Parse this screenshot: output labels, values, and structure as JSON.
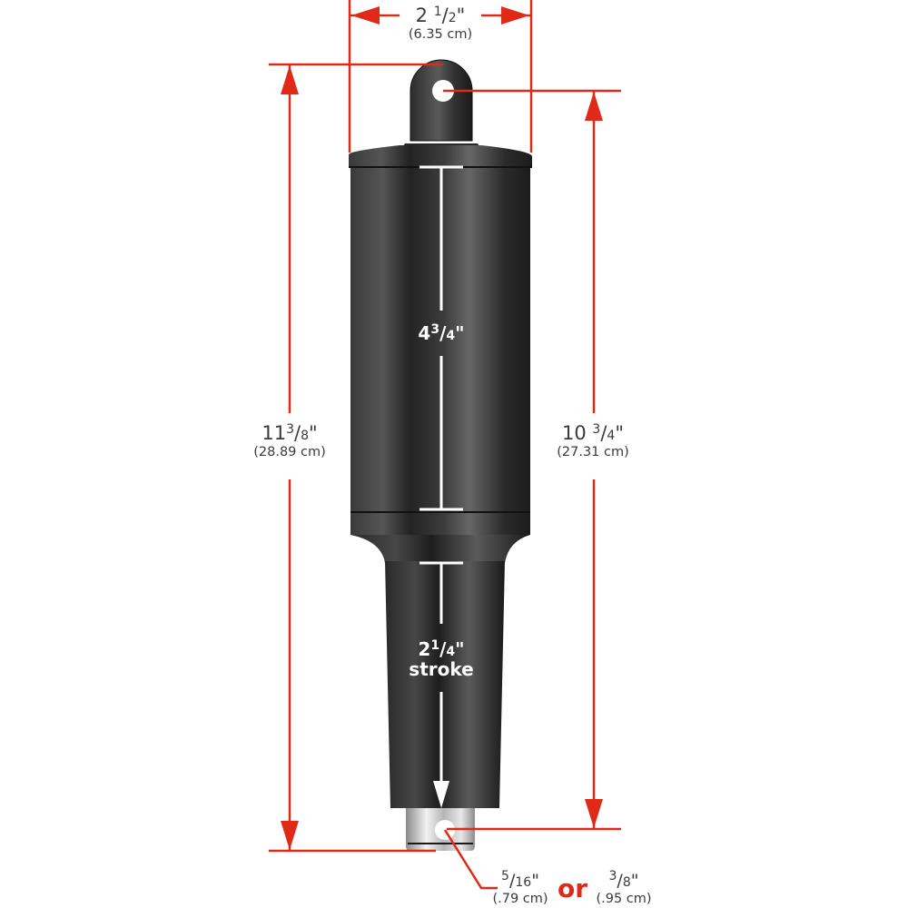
{
  "diagram": {
    "subject": "linear actuator dimension drawing",
    "colors": {
      "dimension_line": "#e02a17",
      "body_dark": "#1e1e1e",
      "body_mid": "#4a4a4a",
      "body_highlight": "#6a6a6a",
      "shaft_silver": "#cfcfcf",
      "label_text": "#3a3a3a",
      "inner_label_text": "#ffffff",
      "background": "#ffffff"
    },
    "dimensions": {
      "width": {
        "whole": "2",
        "num": "1",
        "den": "2",
        "unit": "\"",
        "metric": "(6.35 cm)"
      },
      "overall_length": {
        "whole": "11",
        "num": "3",
        "den": "8",
        "unit": "\"",
        "metric": "(28.89 cm)"
      },
      "hole_to_hole": {
        "whole": "10",
        "num": "3",
        "den": "4",
        "unit": "\"",
        "metric": "(27.31 cm)"
      },
      "body_length": {
        "whole": "4",
        "num": "3",
        "den": "4",
        "unit": "\""
      },
      "stroke": {
        "whole": "2",
        "num": "1",
        "den": "4",
        "unit": "\"",
        "label": "stroke"
      }
    },
    "pin_hole": {
      "option_a": {
        "num": "5",
        "den": "16",
        "unit": "\"",
        "metric": "(.79 cm)"
      },
      "connector": "or",
      "option_b": {
        "num": "3",
        "den": "8",
        "unit": "\"",
        "metric": "(.95 cm)"
      }
    }
  }
}
